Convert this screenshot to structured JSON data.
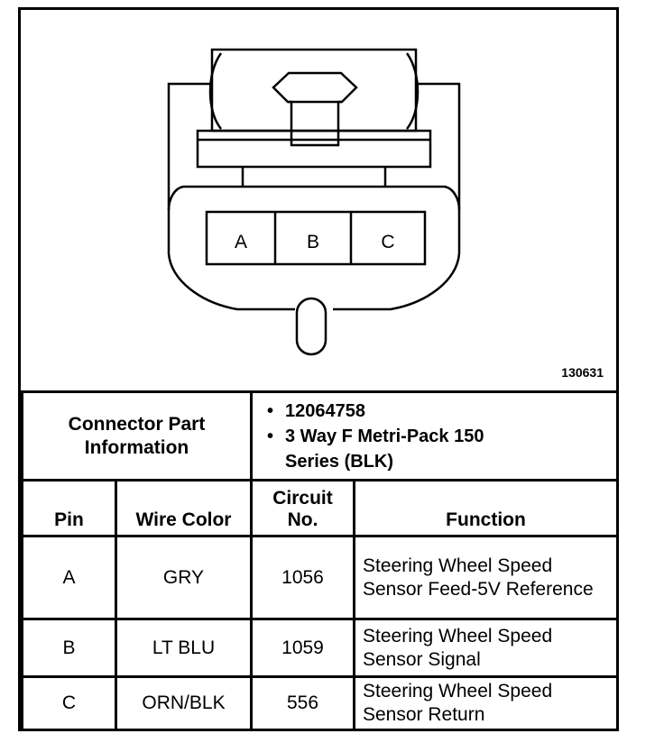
{
  "figure": {
    "id": "130631",
    "pins": [
      "A",
      "B",
      "C"
    ]
  },
  "connector_info": {
    "label": "Connector Part Information",
    "items": [
      "12064758",
      "3 Way F Metri-Pack 150 Series (BLK)"
    ]
  },
  "table": {
    "headers": {
      "pin": "Pin",
      "wire_color": "Wire Color",
      "circuit": "Circuit No.",
      "function": "Function"
    },
    "rows": [
      {
        "pin": "A",
        "wire_color": "GRY",
        "circuit": "1056",
        "function": "Steering Wheel Speed Sensor Feed-5V Reference"
      },
      {
        "pin": "B",
        "wire_color": "LT BLU",
        "circuit": "1059",
        "function": "Steering Wheel Speed Sensor Signal"
      },
      {
        "pin": "C",
        "wire_color": "ORN/BLK",
        "circuit": "556",
        "function": "Steering Wheel Speed Sensor Return"
      }
    ]
  }
}
